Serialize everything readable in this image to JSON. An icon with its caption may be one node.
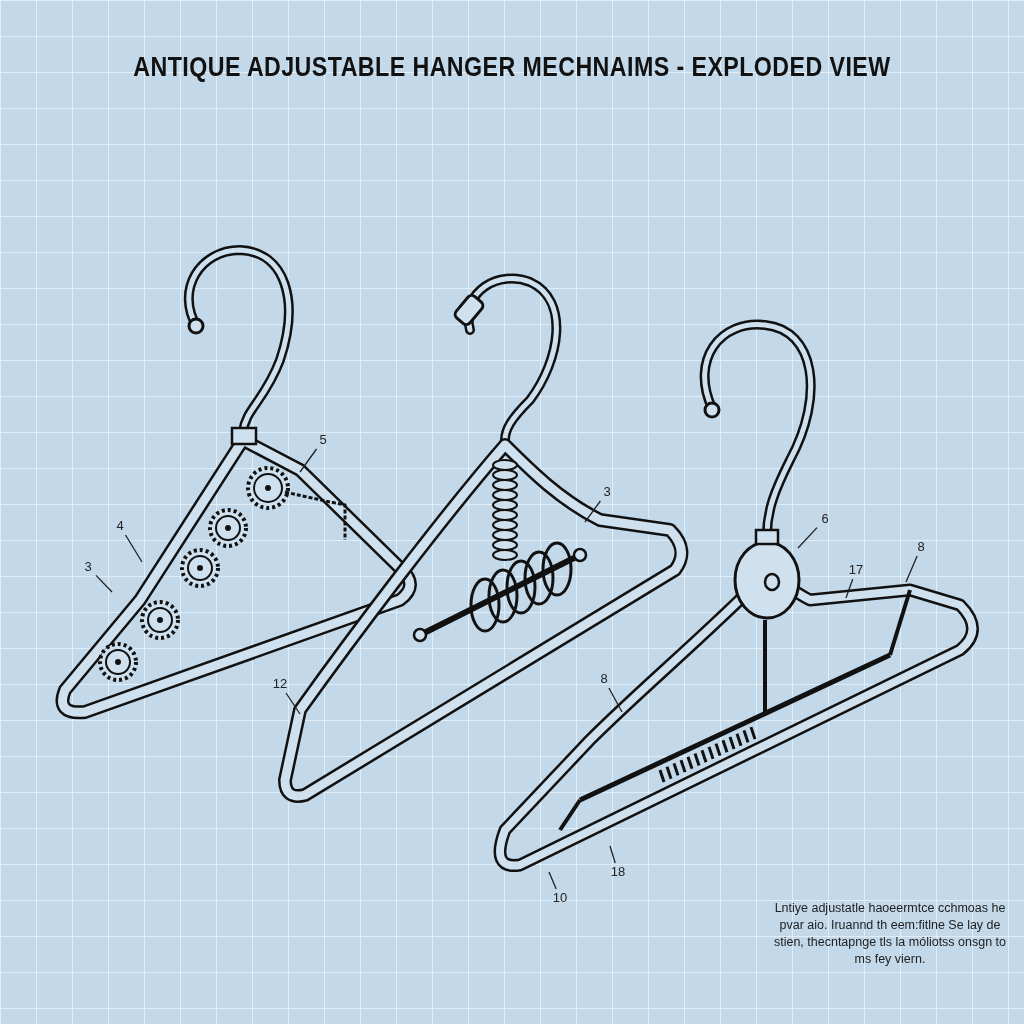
{
  "diagram": {
    "title": "ANTIQUE ADJUSTABLE HANGER MECHNAIMS - EXPLODED VIEW",
    "nodes": [
      {
        "text": [
          "5"
        ]
      },
      {
        "text": [
          "4"
        ]
      },
      {
        "text": [
          "3"
        ]
      },
      {
        "text": [
          "3"
        ]
      },
      {
        "text": [
          "12"
        ]
      },
      {
        "text": [
          "6"
        ]
      },
      {
        "text": [
          "8"
        ]
      },
      {
        "text": [
          "17"
        ]
      },
      {
        "text": [
          "8"
        ]
      },
      {
        "text": [
          "18"
        ]
      },
      {
        "text": [
          "10"
        ]
      }
    ],
    "edges": [
      {
        "from": 0,
        "to": null,
        "arrow": "none"
      },
      {
        "from": 1,
        "to": null,
        "arrow": "none"
      },
      {
        "from": 2,
        "to": null,
        "arrow": "none"
      },
      {
        "from": 3,
        "to": null,
        "arrow": "none"
      },
      {
        "from": 4,
        "to": null,
        "arrow": "none"
      },
      {
        "from": 5,
        "to": null,
        "arrow": "none"
      },
      {
        "from": 6,
        "to": null,
        "arrow": "none"
      },
      {
        "from": 7,
        "to": null,
        "arrow": "none"
      },
      {
        "from": 8,
        "to": null,
        "arrow": "none"
      },
      {
        "from": 9,
        "to": null,
        "arrow": "none"
      },
      {
        "from": 10,
        "to": null,
        "arrow": "none"
      }
    ],
    "labels": [
      "Lntiye adjustatle haoeermtce cchmoas he pvar aio. Iruannd th eem:fitlne Se lay de stien, thecntapnge tls la móliotss onsgn to ms fey viern."
    ]
  }
}
